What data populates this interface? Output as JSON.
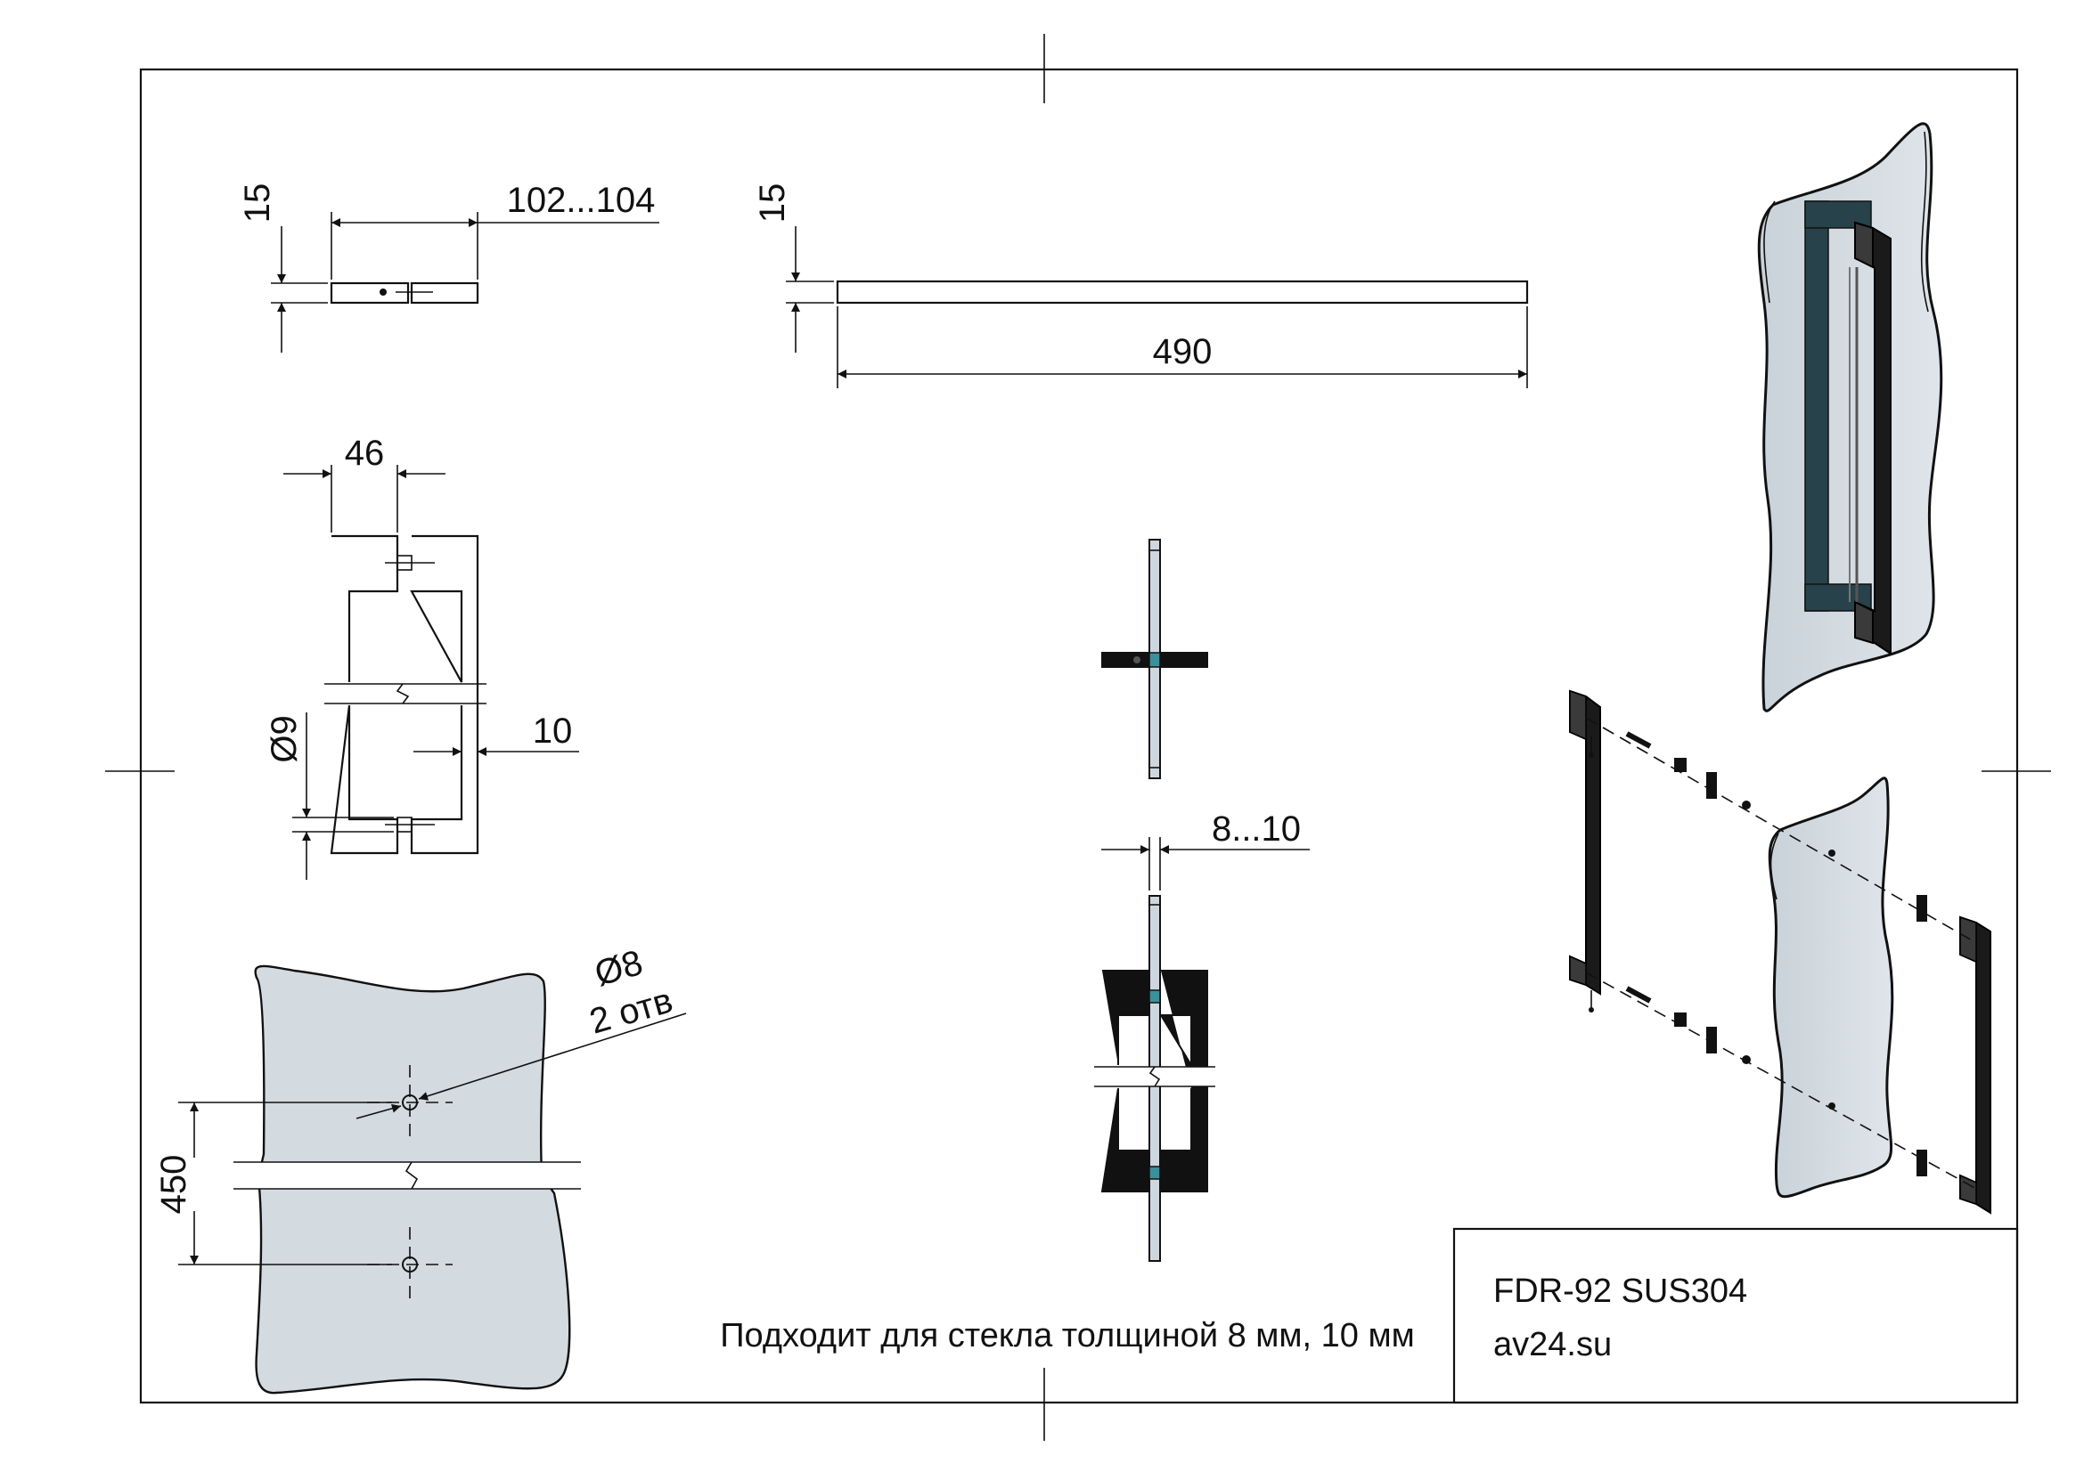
{
  "dimensions": {
    "top_thickness": "15",
    "top_projection": "102...104",
    "bar_thickness": "15",
    "bar_length": "490",
    "width": "46",
    "hole_diameter": "Ø9",
    "leg": "10",
    "glass_thickness": "8...10",
    "glass_hole_diameter": "Ø8",
    "glass_hole_count": "2 отв",
    "hole_spacing": "450"
  },
  "note": "Подходит для стекла толщиной 8 мм, 10 мм",
  "title_block": {
    "model": "FDR-92 SUS304",
    "site": "av24.su"
  },
  "colors": {
    "line": "#111111",
    "glass": "#d3dae0",
    "handle": "#111111",
    "glass_edge": "#3d8f9a"
  }
}
